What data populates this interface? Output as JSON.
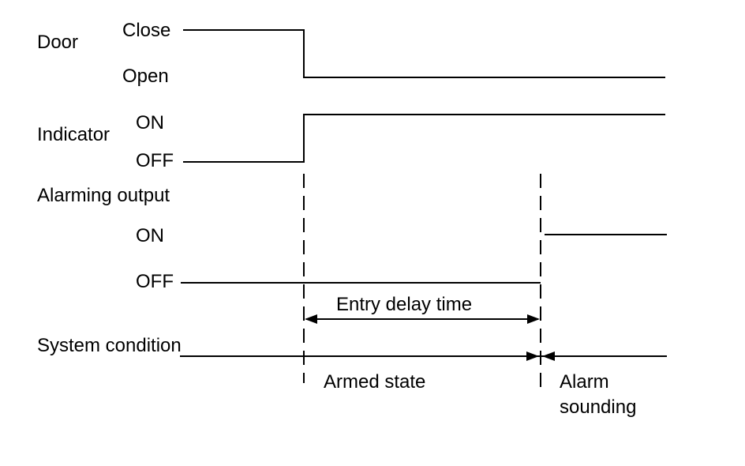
{
  "signals": {
    "door": {
      "name": "Door",
      "state_high": "Close",
      "state_low": "Open"
    },
    "indicator": {
      "name": "Indicator",
      "state_high": "ON",
      "state_low": "OFF"
    },
    "alarming_output": {
      "name": "Alarming output",
      "state_high": "ON",
      "state_low": "OFF"
    },
    "system_condition": {
      "name": "System condition"
    }
  },
  "intervals": {
    "entry_delay": "Entry delay time",
    "armed": "Armed state",
    "alarm_line1": "Alarm",
    "alarm_line2": "sounding"
  },
  "colors": {
    "ink": "#000000",
    "background": "#ffffff"
  }
}
